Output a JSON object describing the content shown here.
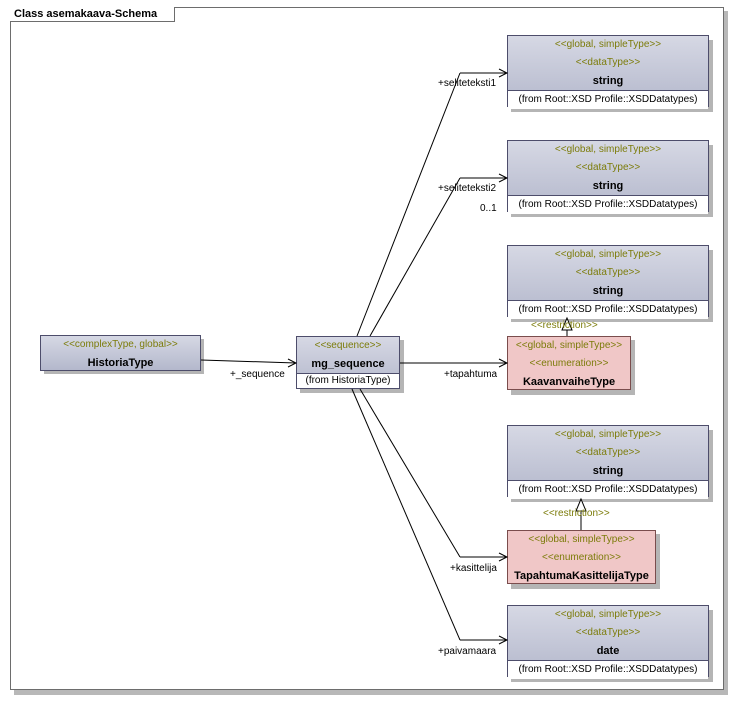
{
  "frame": {
    "title": "Class asemakaava-Schema"
  },
  "boxes": {
    "historia": {
      "stereotype": "<<complexType, global>>",
      "name": "HistoriaType"
    },
    "mg": {
      "stereotype": "<<sequence>>",
      "name": "mg_sequence",
      "from": "(from HistoriaType)"
    },
    "str1": {
      "stereo1": "<<global, simpleType>>",
      "stereo2": "<<dataType>>",
      "name": "string",
      "from": "(from Root::XSD Profile::XSDDatatypes)"
    },
    "str2": {
      "stereo1": "<<global, simpleType>>",
      "stereo2": "<<dataType>>",
      "name": "string",
      "from": "(from Root::XSD Profile::XSDDatatypes)"
    },
    "str3": {
      "stereo1": "<<global, simpleType>>",
      "stereo2": "<<dataType>>",
      "name": "string",
      "from": "(from Root::XSD Profile::XSDDatatypes)"
    },
    "kaavan": {
      "stereo1": "<<global, simpleType>>",
      "stereo2": "<<enumeration>>",
      "name": "KaavanvaiheType"
    },
    "str4": {
      "stereo1": "<<global, simpleType>>",
      "stereo2": "<<dataType>>",
      "name": "string",
      "from": "(from Root::XSD Profile::XSDDatatypes)"
    },
    "tapahtuma": {
      "stereo1": "<<global, simpleType>>",
      "stereo2": "<<enumeration>>",
      "name": "TapahtumaKasittelijaType"
    },
    "date": {
      "stereo1": "<<global, simpleType>>",
      "stereo2": "<<dataType>>",
      "name": "date",
      "from": "(from Root::XSD Profile::XSDDatatypes)"
    }
  },
  "labels": {
    "sequence": "+_sequence",
    "seliteteksti1": "+seliteteksti1",
    "seliteteksti2": "+seliteteksti2",
    "multiplicity": "0..1",
    "tapahtuma": "+tapahtuma",
    "kasittelija": "+kasittelija",
    "paivamaara": "+paivamaara",
    "restriction1": "<<restriction>>",
    "restriction2": "<<restriction>>"
  }
}
